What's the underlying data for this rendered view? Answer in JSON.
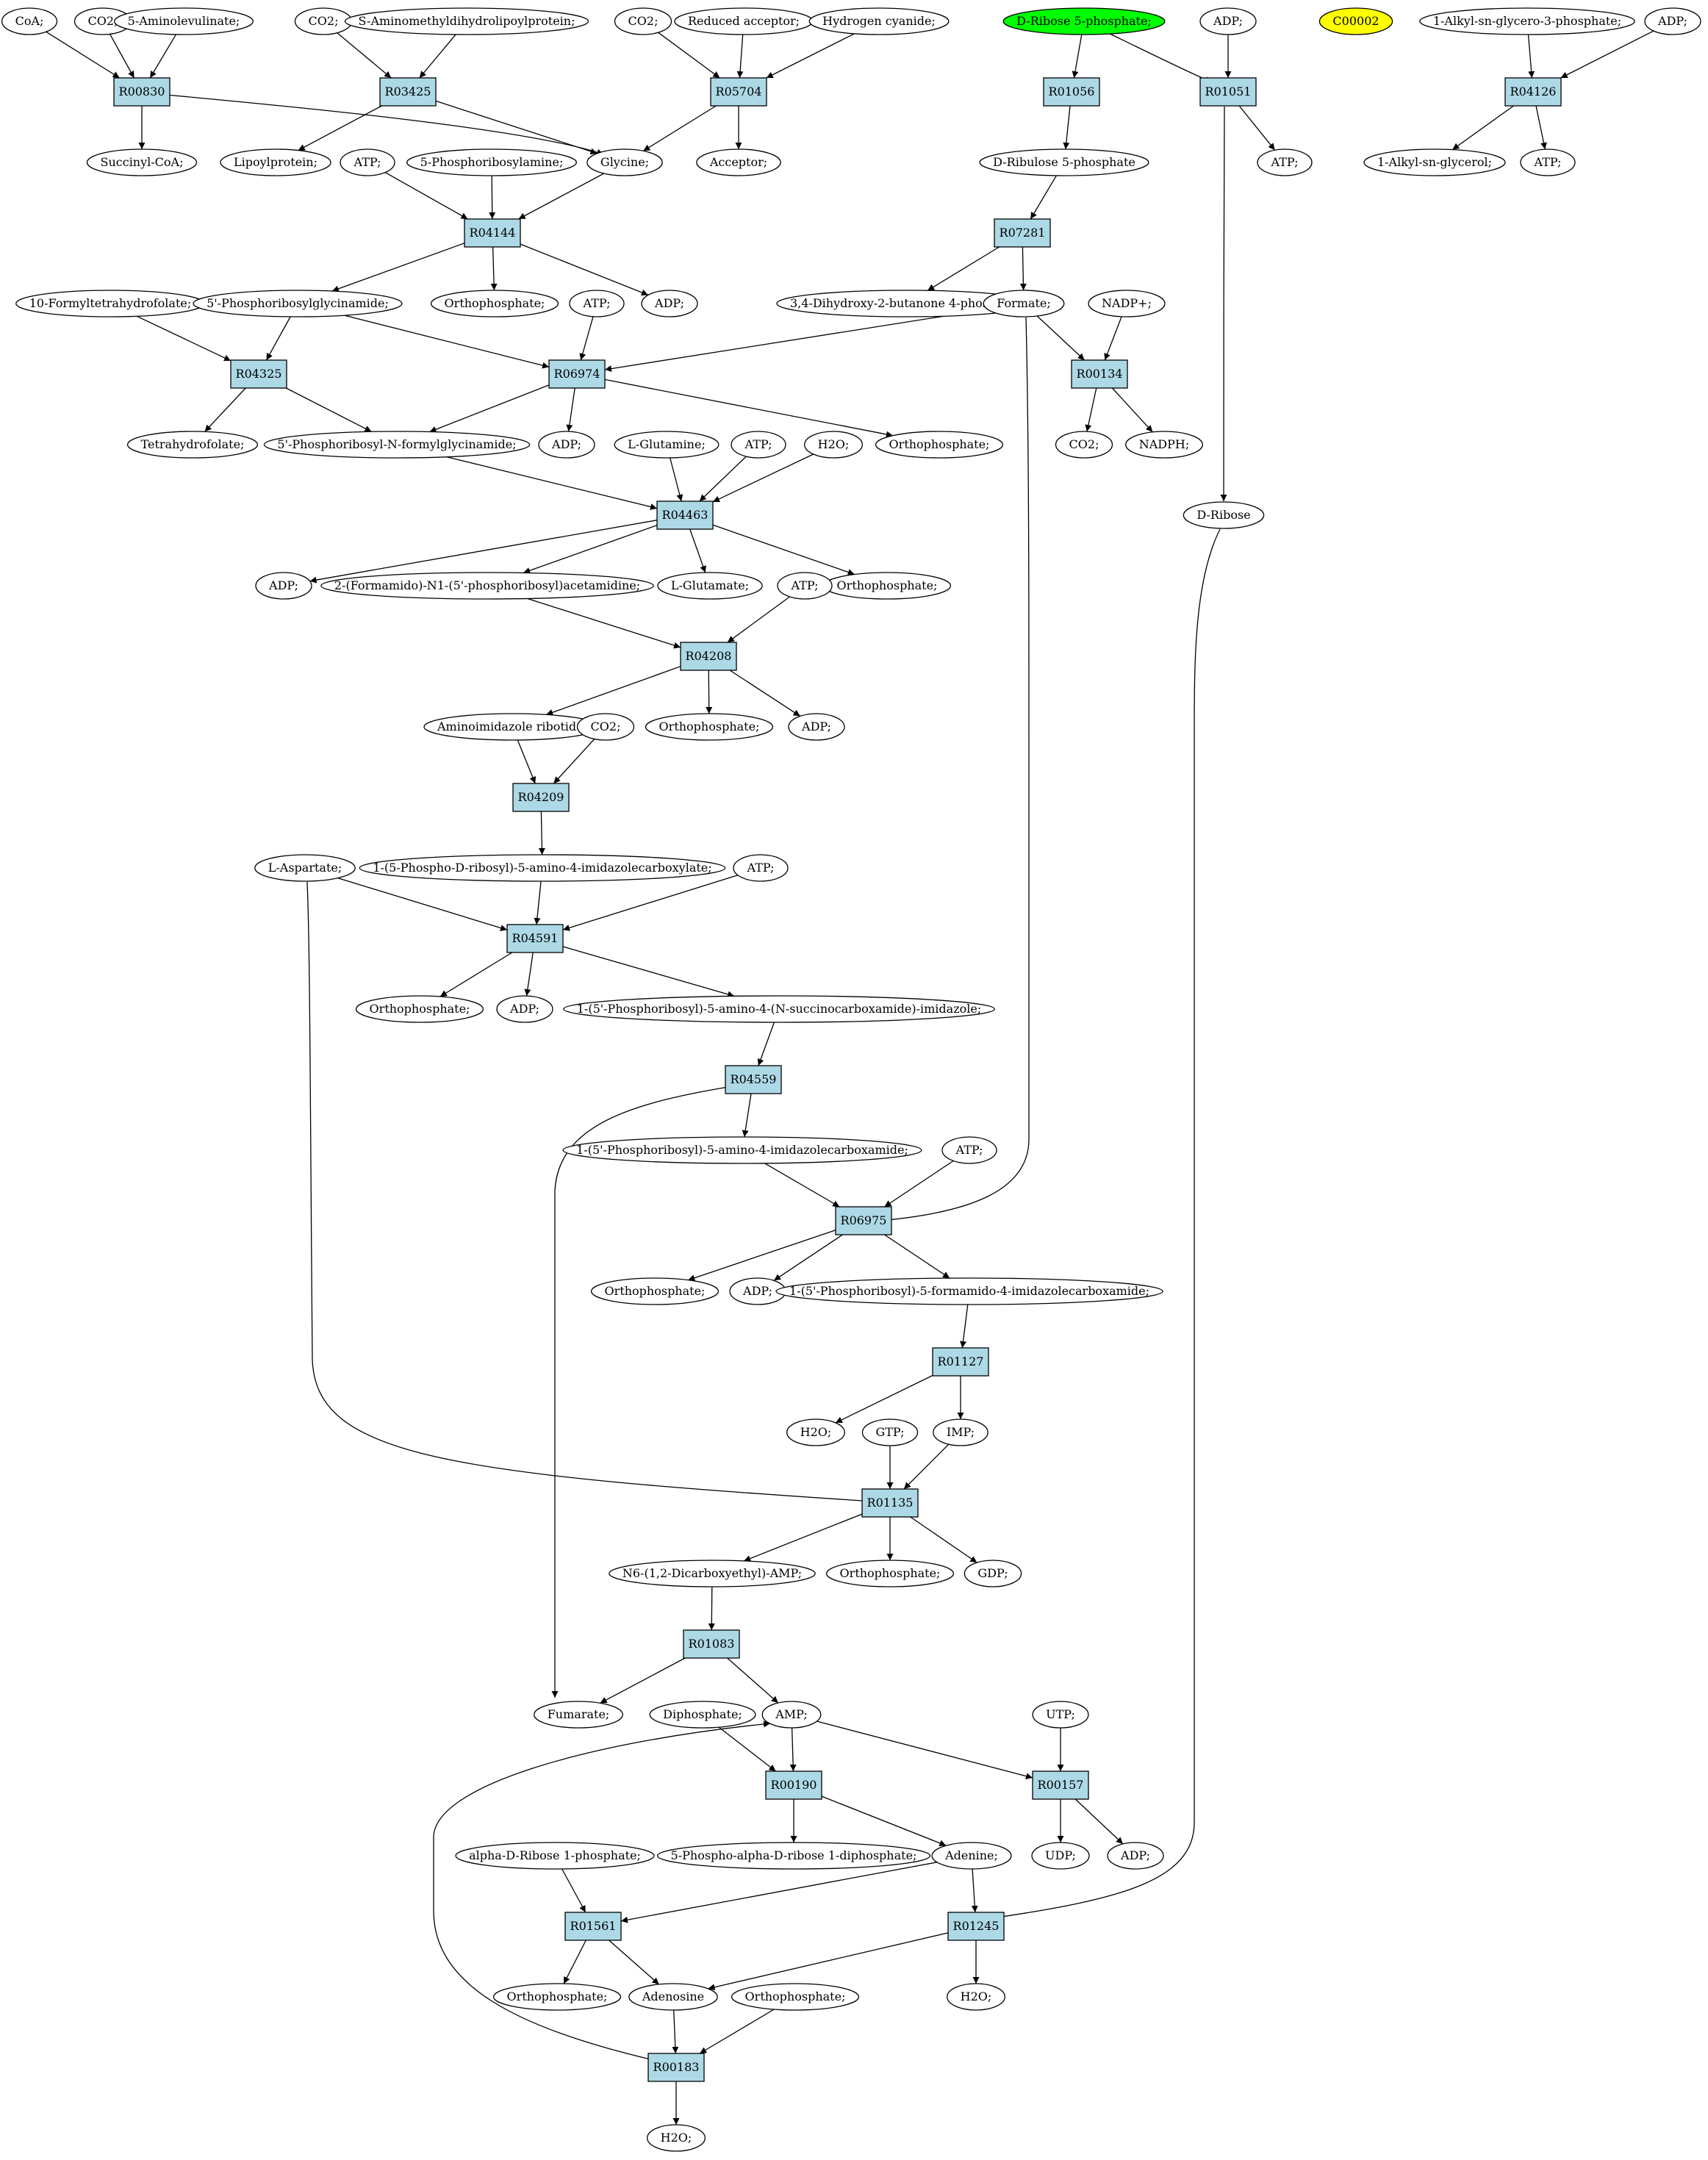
{
  "colors": {
    "reaction_fill": "#add8e6",
    "start_node_fill": "#00ff00",
    "highlight_node_fill": "#ffff00",
    "default_fill": "#ffffff",
    "stroke": "#000000"
  },
  "nodes": [
    {
      "id": "c1",
      "label": "CoA;",
      "kind": "compound"
    },
    {
      "id": "c2",
      "label": "CO2;",
      "kind": "compound"
    },
    {
      "id": "c3",
      "label": "5-Aminolevulinate;",
      "kind": "compound"
    },
    {
      "id": "c4",
      "label": "CO2;",
      "kind": "compound"
    },
    {
      "id": "c5",
      "label": "S-Aminomethyldihydrolipoylprotein;",
      "kind": "compound"
    },
    {
      "id": "c6",
      "label": "CO2;",
      "kind": "compound"
    },
    {
      "id": "c7",
      "label": "Reduced acceptor;",
      "kind": "compound"
    },
    {
      "id": "c8",
      "label": "Hydrogen cyanide;",
      "kind": "compound"
    },
    {
      "id": "c9",
      "label": "D-Ribose 5-phosphate;",
      "kind": "start"
    },
    {
      "id": "c10",
      "label": "ADP;",
      "kind": "compound"
    },
    {
      "id": "c11",
      "label": "C00002",
      "kind": "highlight"
    },
    {
      "id": "c12",
      "label": "1-Alkyl-sn-glycero-3-phosphate;",
      "kind": "compound"
    },
    {
      "id": "c13",
      "label": "ADP;",
      "kind": "compound"
    },
    {
      "id": "r1",
      "label": "R00830",
      "kind": "reaction"
    },
    {
      "id": "r2",
      "label": "R03425",
      "kind": "reaction"
    },
    {
      "id": "r3",
      "label": "R05704",
      "kind": "reaction"
    },
    {
      "id": "r4",
      "label": "R01056",
      "kind": "reaction"
    },
    {
      "id": "r5",
      "label": "R01051",
      "kind": "reaction"
    },
    {
      "id": "r6",
      "label": "R04126",
      "kind": "reaction"
    },
    {
      "id": "c14",
      "label": "Succinyl-CoA;",
      "kind": "compound"
    },
    {
      "id": "c15",
      "label": "Lipoylprotein;",
      "kind": "compound"
    },
    {
      "id": "c16",
      "label": "ATP;",
      "kind": "compound"
    },
    {
      "id": "c17",
      "label": "5-Phosphoribosylamine;",
      "kind": "compound"
    },
    {
      "id": "c18",
      "label": "Glycine;",
      "kind": "compound"
    },
    {
      "id": "c19",
      "label": "Acceptor;",
      "kind": "compound"
    },
    {
      "id": "c20",
      "label": "D-Ribulose 5-phosphate",
      "kind": "compound"
    },
    {
      "id": "c21",
      "label": "ATP;",
      "kind": "compound"
    },
    {
      "id": "c22",
      "label": "1-Alkyl-sn-glycerol;",
      "kind": "compound"
    },
    {
      "id": "c23",
      "label": "ATP;",
      "kind": "compound"
    },
    {
      "id": "r7",
      "label": "R04144",
      "kind": "reaction"
    },
    {
      "id": "r8",
      "label": "R07281",
      "kind": "reaction"
    },
    {
      "id": "c24",
      "label": "10-Formyltetrahydrofolate;",
      "kind": "compound"
    },
    {
      "id": "c25",
      "label": "5'-Phosphoribosylglycinamide;",
      "kind": "compound"
    },
    {
      "id": "c26",
      "label": "Orthophosphate;",
      "kind": "compound"
    },
    {
      "id": "c27",
      "label": "ADP;",
      "kind": "compound"
    },
    {
      "id": "c28",
      "label": "ATP;",
      "kind": "compound"
    },
    {
      "id": "c29",
      "label": "3,4-Dihydroxy-2-butanone 4-phosphate",
      "kind": "compound"
    },
    {
      "id": "c30",
      "label": "Formate;",
      "kind": "compound"
    },
    {
      "id": "c31",
      "label": "NADP+;",
      "kind": "compound"
    },
    {
      "id": "r9",
      "label": "R04325",
      "kind": "reaction"
    },
    {
      "id": "r10",
      "label": "R06974",
      "kind": "reaction"
    },
    {
      "id": "r11",
      "label": "R00134",
      "kind": "reaction"
    },
    {
      "id": "c32",
      "label": "Tetrahydrofolate;",
      "kind": "compound"
    },
    {
      "id": "c33",
      "label": "5'-Phosphoribosyl-N-formylglycinamide;",
      "kind": "compound"
    },
    {
      "id": "c34",
      "label": "ADP;",
      "kind": "compound"
    },
    {
      "id": "c35",
      "label": "L-Glutamine;",
      "kind": "compound"
    },
    {
      "id": "c36",
      "label": "ATP;",
      "kind": "compound"
    },
    {
      "id": "c37",
      "label": "H2O;",
      "kind": "compound"
    },
    {
      "id": "c38",
      "label": "Orthophosphate;",
      "kind": "compound"
    },
    {
      "id": "c39",
      "label": "CO2;",
      "kind": "compound"
    },
    {
      "id": "c40",
      "label": "NADPH;",
      "kind": "compound"
    },
    {
      "id": "c41",
      "label": "D-Ribose",
      "kind": "compound"
    },
    {
      "id": "r12",
      "label": "R04463",
      "kind": "reaction"
    },
    {
      "id": "c42",
      "label": "ADP;",
      "kind": "compound"
    },
    {
      "id": "c43",
      "label": "2-(Formamido)-N1-(5'-phosphoribosyl)acetamidine;",
      "kind": "compound"
    },
    {
      "id": "c44",
      "label": "L-Glutamate;",
      "kind": "compound"
    },
    {
      "id": "c45",
      "label": "Orthophosphate;",
      "kind": "compound"
    },
    {
      "id": "c46",
      "label": "ATP;",
      "kind": "compound"
    },
    {
      "id": "r13",
      "label": "R04208",
      "kind": "reaction"
    },
    {
      "id": "c47",
      "label": "Aminoimidazole ribotide;",
      "kind": "compound"
    },
    {
      "id": "c48",
      "label": "CO2;",
      "kind": "compound"
    },
    {
      "id": "c49",
      "label": "Orthophosphate;",
      "kind": "compound"
    },
    {
      "id": "c50",
      "label": "ADP;",
      "kind": "compound"
    },
    {
      "id": "r14",
      "label": "R04209",
      "kind": "reaction"
    },
    {
      "id": "c51",
      "label": "L-Aspartate;",
      "kind": "compound"
    },
    {
      "id": "c52",
      "label": "1-(5-Phospho-D-ribosyl)-5-amino-4-imidazolecarboxylate;",
      "kind": "compound"
    },
    {
      "id": "c53",
      "label": "ATP;",
      "kind": "compound"
    },
    {
      "id": "r15",
      "label": "R04591",
      "kind": "reaction"
    },
    {
      "id": "c54",
      "label": "Orthophosphate;",
      "kind": "compound"
    },
    {
      "id": "c55",
      "label": "ADP;",
      "kind": "compound"
    },
    {
      "id": "c56",
      "label": "1-(5'-Phosphoribosyl)-5-amino-4-(N-succinocarboxamide)-imidazole;",
      "kind": "compound"
    },
    {
      "id": "r16",
      "label": "R04559",
      "kind": "reaction"
    },
    {
      "id": "c57",
      "label": "1-(5'-Phosphoribosyl)-5-amino-4-imidazolecarboxamide;",
      "kind": "compound"
    },
    {
      "id": "c58",
      "label": "ATP;",
      "kind": "compound"
    },
    {
      "id": "r17",
      "label": "R06975",
      "kind": "reaction"
    },
    {
      "id": "c59",
      "label": "Orthophosphate;",
      "kind": "compound"
    },
    {
      "id": "c60",
      "label": "ADP;",
      "kind": "compound"
    },
    {
      "id": "c61",
      "label": "1-(5'-Phosphoribosyl)-5-formamido-4-imidazolecarboxamide;",
      "kind": "compound"
    },
    {
      "id": "r18",
      "label": "R01127",
      "kind": "reaction"
    },
    {
      "id": "c62",
      "label": "H2O;",
      "kind": "compound"
    },
    {
      "id": "c63",
      "label": "GTP;",
      "kind": "compound"
    },
    {
      "id": "c64",
      "label": "IMP;",
      "kind": "compound"
    },
    {
      "id": "r19",
      "label": "R01135",
      "kind": "reaction"
    },
    {
      "id": "c65",
      "label": "N6-(1,2-Dicarboxyethyl)-AMP;",
      "kind": "compound"
    },
    {
      "id": "c66",
      "label": "Orthophosphate;",
      "kind": "compound"
    },
    {
      "id": "c67",
      "label": "GDP;",
      "kind": "compound"
    },
    {
      "id": "r20",
      "label": "R01083",
      "kind": "reaction"
    },
    {
      "id": "c68",
      "label": "Fumarate;",
      "kind": "compound"
    },
    {
      "id": "c69",
      "label": "Diphosphate;",
      "kind": "compound"
    },
    {
      "id": "c70",
      "label": "AMP;",
      "kind": "compound"
    },
    {
      "id": "c71",
      "label": "UTP;",
      "kind": "compound"
    },
    {
      "id": "r21",
      "label": "R00190",
      "kind": "reaction"
    },
    {
      "id": "r22",
      "label": "R00157",
      "kind": "reaction"
    },
    {
      "id": "c72",
      "label": "alpha-D-Ribose 1-phosphate;",
      "kind": "compound"
    },
    {
      "id": "c73",
      "label": "5-Phospho-alpha-D-ribose 1-diphosphate;",
      "kind": "compound"
    },
    {
      "id": "c74",
      "label": "Adenine;",
      "kind": "compound"
    },
    {
      "id": "c75",
      "label": "UDP;",
      "kind": "compound"
    },
    {
      "id": "c76",
      "label": "ADP;",
      "kind": "compound"
    },
    {
      "id": "r23",
      "label": "R01561",
      "kind": "reaction"
    },
    {
      "id": "r24",
      "label": "R01245",
      "kind": "reaction"
    },
    {
      "id": "c77",
      "label": "Orthophosphate;",
      "kind": "compound"
    },
    {
      "id": "c78",
      "label": "Adenosine",
      "kind": "compound"
    },
    {
      "id": "c79",
      "label": "Orthophosphate;",
      "kind": "compound"
    },
    {
      "id": "c80",
      "label": "H2O;",
      "kind": "compound"
    },
    {
      "id": "r25",
      "label": "R00183",
      "kind": "reaction"
    },
    {
      "id": "c81",
      "label": "H2O;",
      "kind": "compound"
    }
  ],
  "edges": [
    [
      "c1",
      "r1"
    ],
    [
      "c2",
      "r1"
    ],
    [
      "c3",
      "r1"
    ],
    [
      "r1",
      "c14"
    ],
    [
      "r1",
      "c18"
    ],
    [
      "c4",
      "r2"
    ],
    [
      "c5",
      "r2"
    ],
    [
      "r2",
      "c15"
    ],
    [
      "r2",
      "c18"
    ],
    [
      "c6",
      "r3"
    ],
    [
      "c7",
      "r3"
    ],
    [
      "c8",
      "r3"
    ],
    [
      "r3",
      "c18"
    ],
    [
      "r3",
      "c19"
    ],
    [
      "c9",
      "r4"
    ],
    [
      "c9",
      "r5"
    ],
    [
      "r4",
      "c20"
    ],
    [
      "c10",
      "r5"
    ],
    [
      "r5",
      "c21"
    ],
    [
      "r5",
      "c41"
    ],
    [
      "c12",
      "r6"
    ],
    [
      "c13",
      "r6"
    ],
    [
      "r6",
      "c22"
    ],
    [
      "r6",
      "c23"
    ],
    [
      "c16",
      "r7"
    ],
    [
      "c17",
      "r7"
    ],
    [
      "c18",
      "r7"
    ],
    [
      "r7",
      "c25"
    ],
    [
      "r7",
      "c26"
    ],
    [
      "r7",
      "c27"
    ],
    [
      "c20",
      "r8"
    ],
    [
      "r8",
      "c29"
    ],
    [
      "r8",
      "c30"
    ],
    [
      "c24",
      "r9"
    ],
    [
      "c25",
      "r9"
    ],
    [
      "r9",
      "c32"
    ],
    [
      "r9",
      "c33"
    ],
    [
      "c25",
      "r10"
    ],
    [
      "c28",
      "r10"
    ],
    [
      "c30",
      "r10"
    ],
    [
      "r10",
      "c33"
    ],
    [
      "r10",
      "c34"
    ],
    [
      "r10",
      "c38"
    ],
    [
      "c30",
      "r11"
    ],
    [
      "c31",
      "r11"
    ],
    [
      "r11",
      "c39"
    ],
    [
      "r11",
      "c40"
    ],
    [
      "c33",
      "r12"
    ],
    [
      "c35",
      "r12"
    ],
    [
      "c36",
      "r12"
    ],
    [
      "c37",
      "r12"
    ],
    [
      "r12",
      "c42"
    ],
    [
      "r12",
      "c43"
    ],
    [
      "r12",
      "c44"
    ],
    [
      "r12",
      "c45"
    ],
    [
      "c43",
      "r13"
    ],
    [
      "c46",
      "r13"
    ],
    [
      "r13",
      "c47"
    ],
    [
      "r13",
      "c49"
    ],
    [
      "r13",
      "c50"
    ],
    [
      "c47",
      "r14"
    ],
    [
      "c48",
      "r14"
    ],
    [
      "r14",
      "c52"
    ],
    [
      "c51",
      "r15"
    ],
    [
      "c52",
      "r15"
    ],
    [
      "c53",
      "r15"
    ],
    [
      "r15",
      "c54"
    ],
    [
      "r15",
      "c55"
    ],
    [
      "r15",
      "c56"
    ],
    [
      "c56",
      "r16"
    ],
    [
      "r16",
      "c57"
    ],
    [
      "r16",
      "c68"
    ],
    [
      "c57",
      "r17"
    ],
    [
      "c58",
      "r17"
    ],
    [
      "c30",
      "r17"
    ],
    [
      "r17",
      "c59"
    ],
    [
      "r17",
      "c60"
    ],
    [
      "r17",
      "c61"
    ],
    [
      "c61",
      "r18"
    ],
    [
      "r18",
      "c62"
    ],
    [
      "r18",
      "c64"
    ],
    [
      "c63",
      "r19"
    ],
    [
      "c64",
      "r19"
    ],
    [
      "c51",
      "r19"
    ],
    [
      "r19",
      "c65"
    ],
    [
      "r19",
      "c66"
    ],
    [
      "r19",
      "c67"
    ],
    [
      "c65",
      "r20"
    ],
    [
      "r20",
      "c68"
    ],
    [
      "r20",
      "c70"
    ],
    [
      "c69",
      "r21"
    ],
    [
      "c70",
      "r21"
    ],
    [
      "r21",
      "c73"
    ],
    [
      "r21",
      "c74"
    ],
    [
      "c70",
      "r22"
    ],
    [
      "c71",
      "r22"
    ],
    [
      "r22",
      "c75"
    ],
    [
      "r22",
      "c76"
    ],
    [
      "c72",
      "r23"
    ],
    [
      "c74",
      "r23"
    ],
    [
      "r23",
      "c77"
    ],
    [
      "r23",
      "c78"
    ],
    [
      "c74",
      "r24"
    ],
    [
      "c41",
      "r24"
    ],
    [
      "r24",
      "c78"
    ],
    [
      "r24",
      "c80"
    ],
    [
      "c78",
      "r25"
    ],
    [
      "c79",
      "r25"
    ],
    [
      "r25",
      "c81"
    ],
    [
      "r25",
      "c70"
    ]
  ]
}
